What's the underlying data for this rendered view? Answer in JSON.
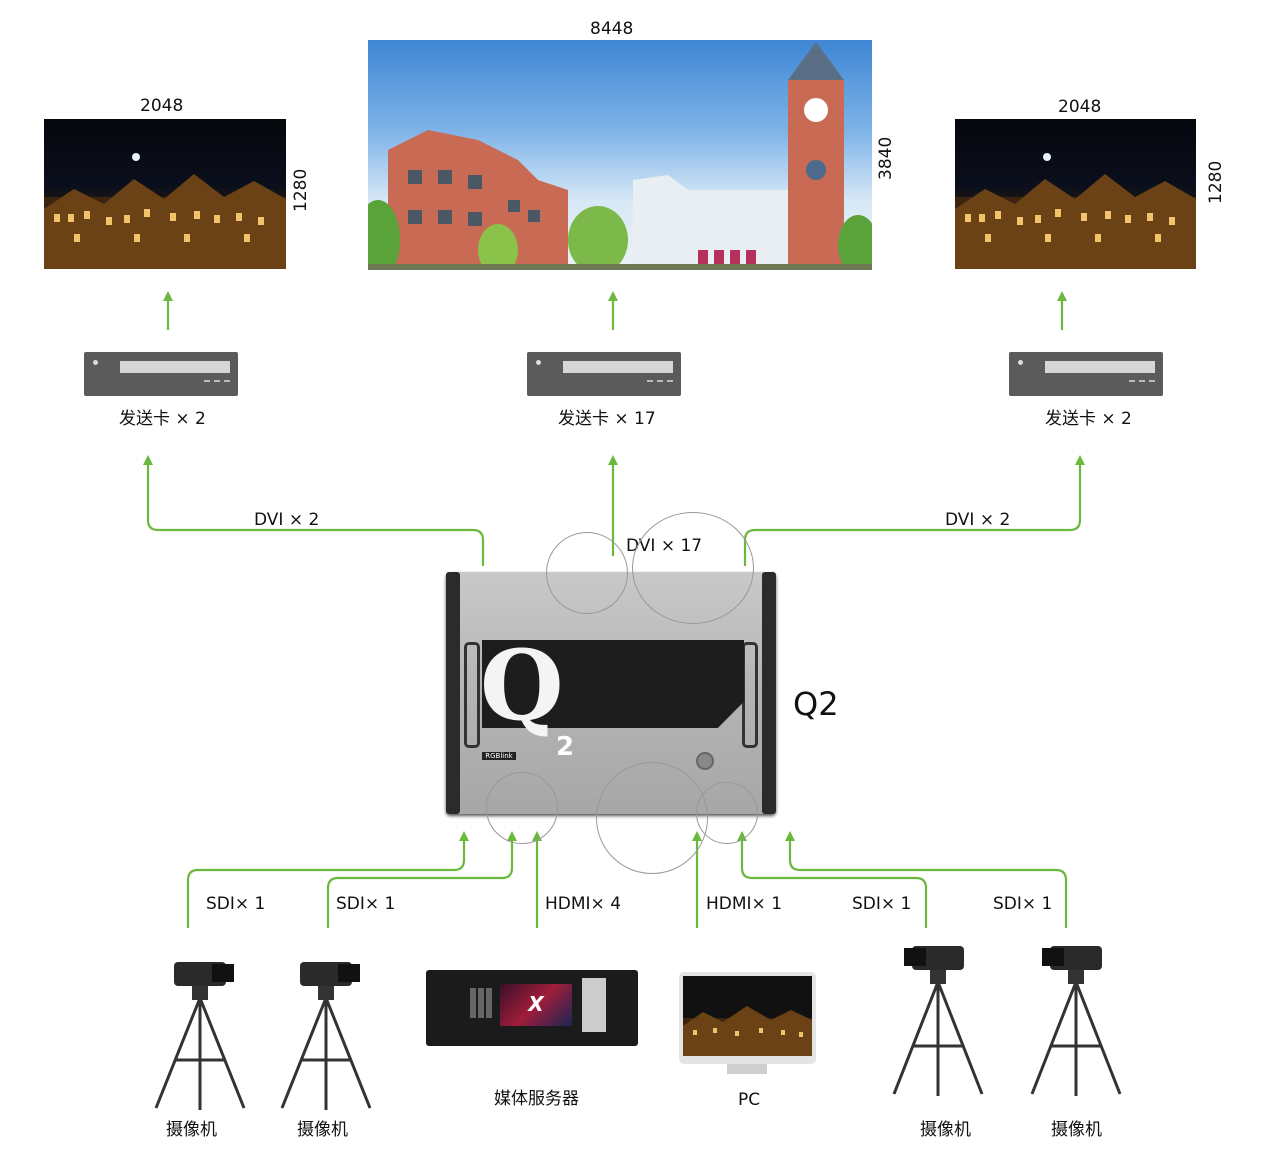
{
  "screens": {
    "left": {
      "width": "2048",
      "height": "1280"
    },
    "center": {
      "width": "8448",
      "height": "3840"
    },
    "right": {
      "width": "2048",
      "height": "1280"
    }
  },
  "senders": {
    "left": "发送卡 × 2",
    "center": "发送卡 × 17",
    "right": "发送卡 × 2"
  },
  "links": {
    "left": "DVI × 2",
    "center": "DVI × 17",
    "right": "DVI × 2"
  },
  "processor": {
    "name": "Q2",
    "logo_letter": "Q",
    "logo_sub": "2",
    "brand": "RGBlink"
  },
  "inputs": [
    {
      "label": "SDI× 1"
    },
    {
      "label": "SDI× 1"
    },
    {
      "label": "HDMI× 4"
    },
    {
      "label": "HDMI× 1"
    },
    {
      "label": "SDI× 1"
    },
    {
      "label": "SDI× 1"
    }
  ],
  "sources": {
    "camera1": "摄像机",
    "camera2": "摄像机",
    "media_server": "媒体服务器",
    "media_screen_text": "X",
    "pc": "PC",
    "camera3": "摄像机",
    "camera4": "摄像机"
  },
  "colors": {
    "arrow": "#6ab83e"
  }
}
